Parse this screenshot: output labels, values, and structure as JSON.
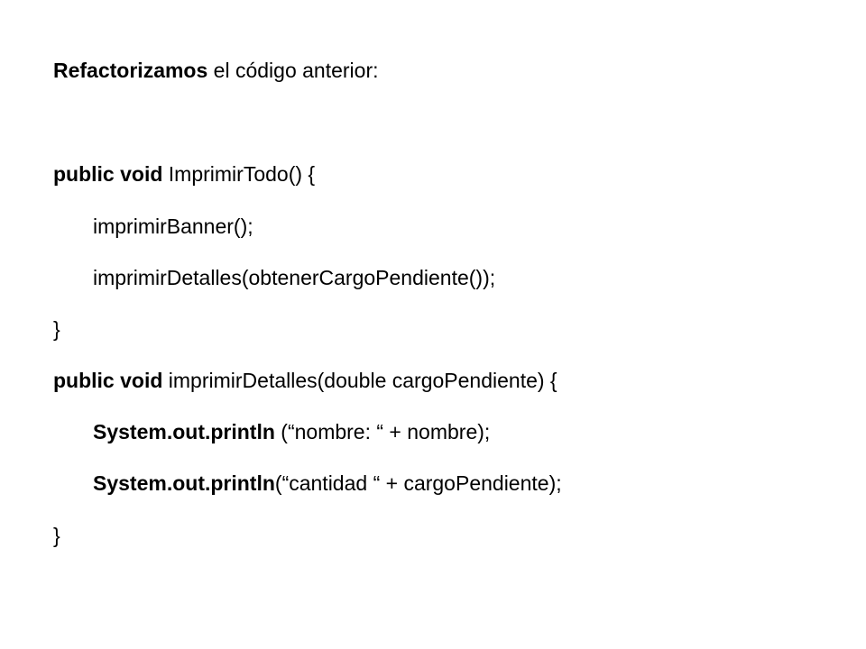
{
  "slide": {
    "heading": {
      "bold": "Refactorizamos",
      "rest": " el código anterior:"
    },
    "code": [
      {
        "indent": false,
        "bold": "public void",
        "rest": " ImprimirTodo() {"
      },
      {
        "indent": true,
        "bold": "",
        "rest": "imprimirBanner();"
      },
      {
        "indent": true,
        "bold": "",
        "rest": "imprimirDetalles(obtenerCargoPendiente());"
      },
      {
        "indent": false,
        "bold": "",
        "rest": "}"
      },
      {
        "indent": false,
        "bold": "public void",
        "rest": " imprimirDetalles(double cargoPendiente) {"
      },
      {
        "indent": true,
        "bold": "System.out.println",
        "rest": " (“nombre: “ + nombre);"
      },
      {
        "indent": true,
        "bold": "System.out.println",
        "rest": "(“cantidad “ + cargoPendiente);"
      },
      {
        "indent": false,
        "bold": "",
        "rest": "}"
      }
    ]
  }
}
